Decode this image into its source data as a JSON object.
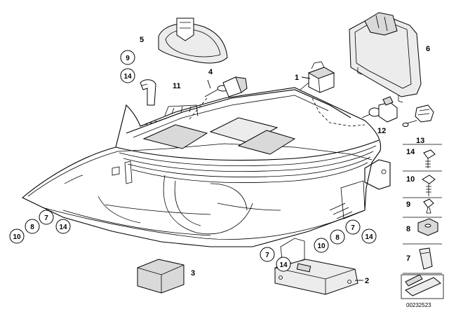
{
  "callouts": {
    "c1": "1",
    "c2": "2",
    "c3": "3",
    "c4": "4",
    "c5": "5",
    "c6": "6",
    "c11": "11",
    "c12": "12",
    "c13": "13"
  },
  "circled": {
    "a9": "9",
    "a14": "14",
    "b10": "10",
    "b8": "8",
    "b7": "7",
    "b14": "14",
    "d7": "7",
    "d14": "14",
    "e7": "7",
    "e14": "14",
    "e10": "10",
    "e8": "8"
  },
  "side_legend": {
    "n14": "14",
    "n10": "10",
    "n9": "9",
    "n8": "8",
    "n7": "7"
  },
  "diagram_code": "00232523"
}
